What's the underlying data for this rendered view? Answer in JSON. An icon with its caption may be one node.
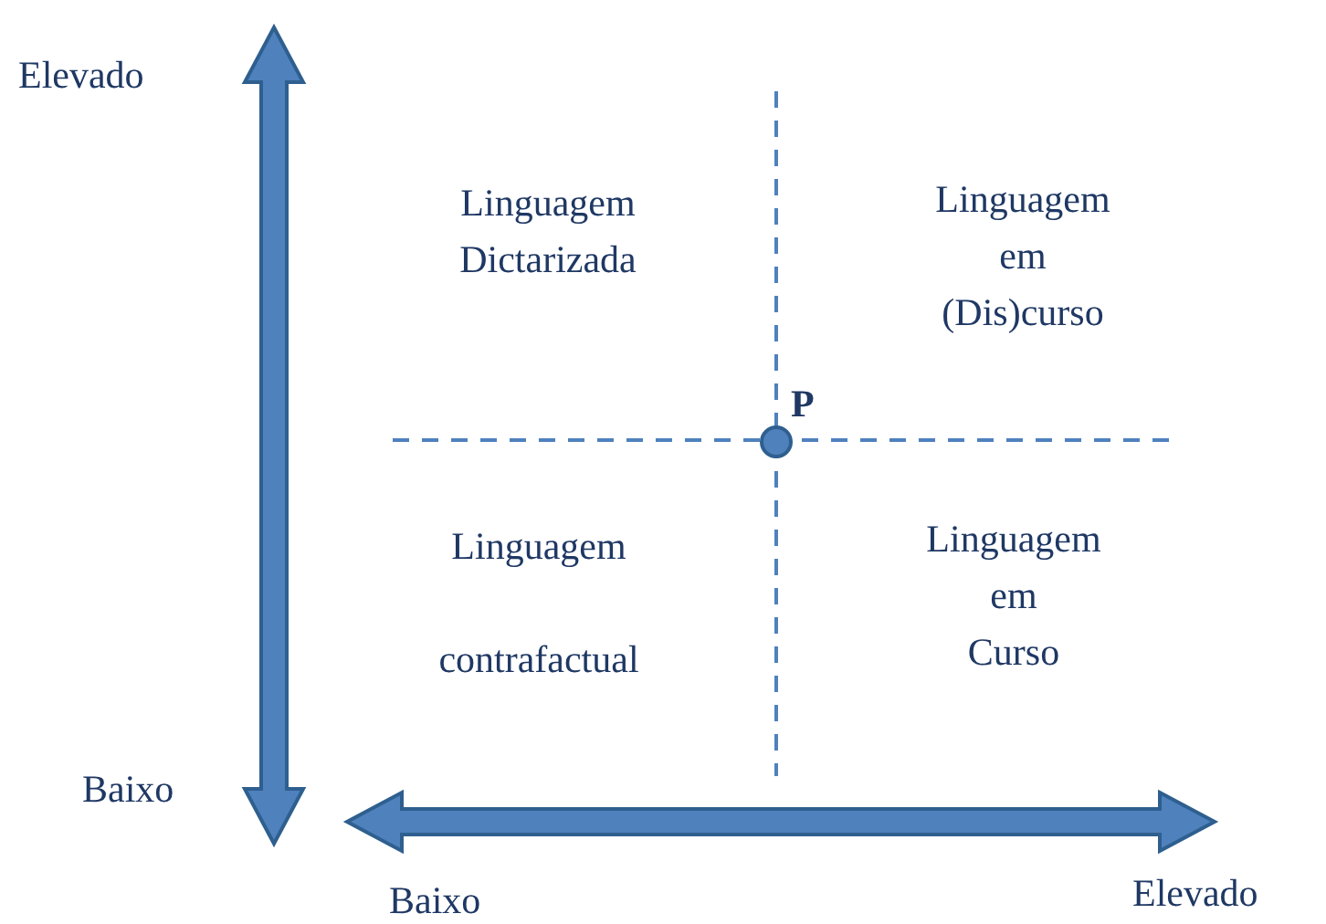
{
  "diagram": {
    "labels": [
      "Elevado",
      "Linguagem Dictarizada",
      "Linguagem em (Dis)curso",
      "P",
      "Linguagem contrafactual",
      "Linguagem em Curso",
      "Baixo",
      "Baixo",
      "Elevado"
    ]
  }
}
